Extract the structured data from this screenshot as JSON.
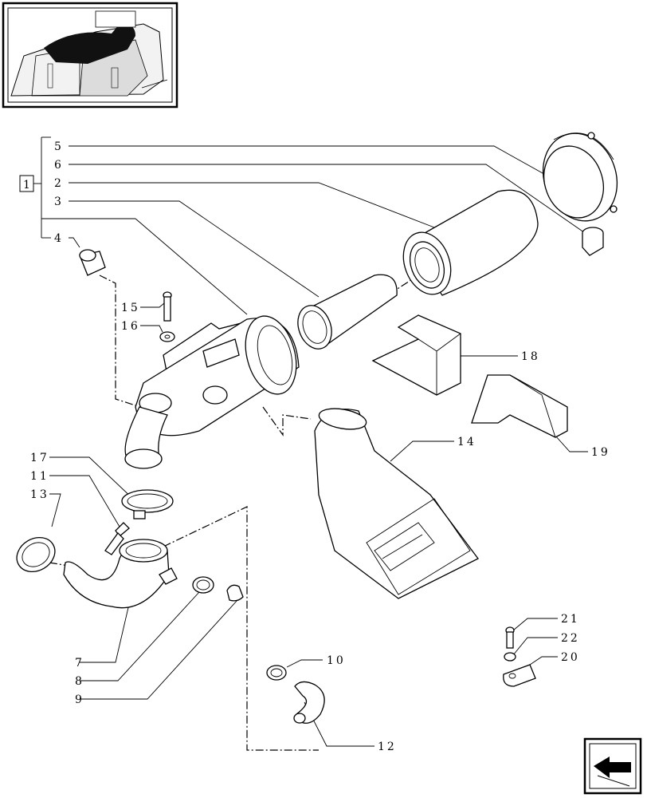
{
  "group_label": "1",
  "callouts": {
    "c5": "5",
    "c6": "6",
    "c2": "2",
    "c3": "3",
    "c4": "4",
    "c15": "15",
    "c16": "16",
    "c18": "18",
    "c19": "19",
    "c14": "14",
    "c17": "17",
    "c11": "11",
    "c13": "13",
    "c7": "7",
    "c8": "8",
    "c9": "9",
    "c10": "10",
    "c12": "12",
    "c21": "21",
    "c22": "22",
    "c20": "20"
  },
  "icons": {
    "thumbnail": "engine-location-thumbnail",
    "nav": "next-page-arrow-icon"
  }
}
